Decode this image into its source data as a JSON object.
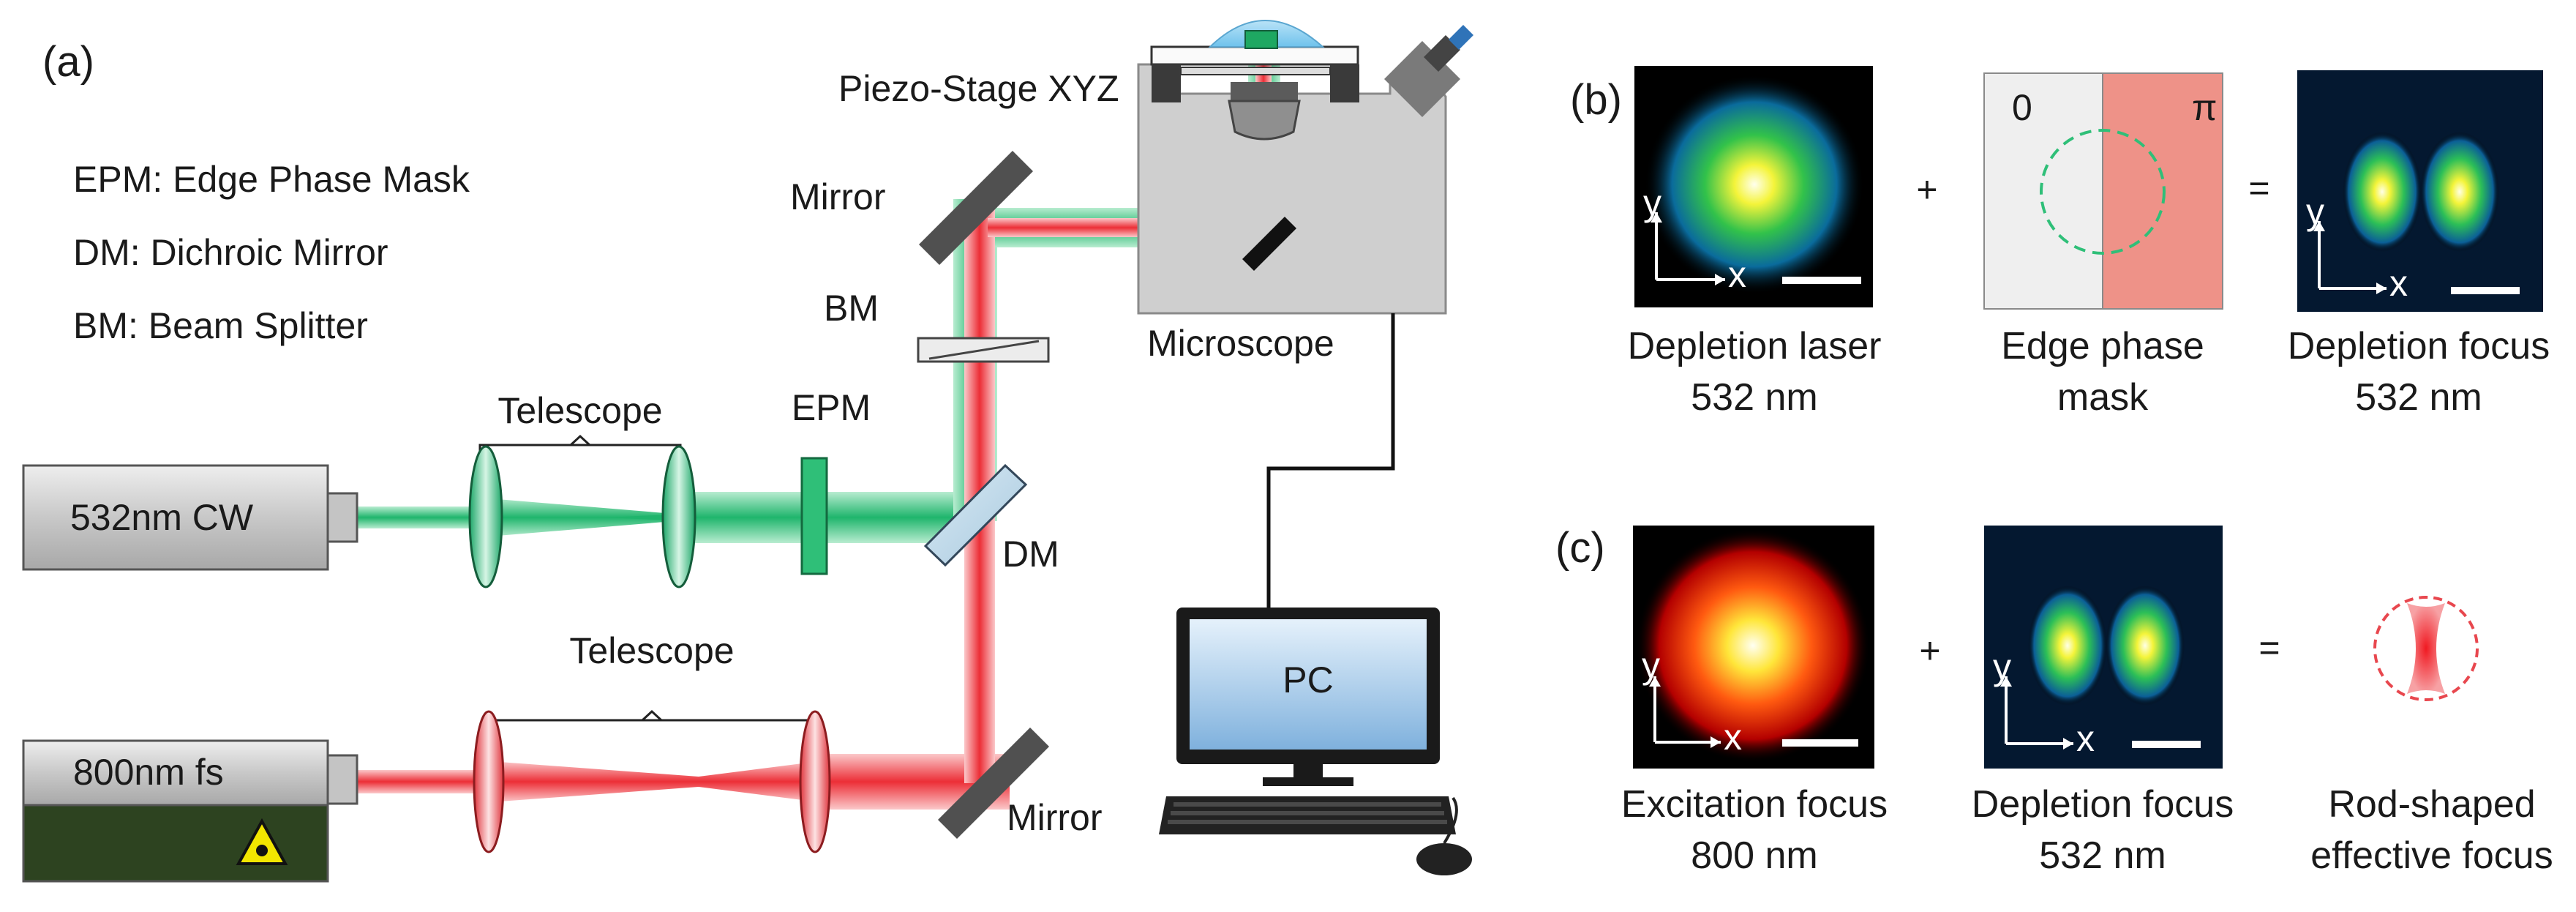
{
  "panels": {
    "a": "(a)",
    "b": "(b)",
    "c": "(c)"
  },
  "legend": [
    "EPM: Edge Phase Mask",
    "DM: Dichroic Mirror",
    "BM: Beam Splitter"
  ],
  "setup": {
    "laser_green": "532nm CW",
    "laser_red": "800nm fs",
    "telescope_top": "Telescope",
    "telescope_bottom": "Telescope",
    "epm": "EPM",
    "dm": "DM",
    "bm": "BM",
    "mirror_top": "Mirror",
    "mirror_bottom": "Mirror",
    "stage": "Piezo-Stage XYZ",
    "microscope": "Microscope",
    "pc": "PC"
  },
  "panel_b": {
    "plus": "+",
    "equals": "=",
    "phase_left": "0",
    "phase_right": "π",
    "axis_x": "x",
    "axis_y": "y",
    "cap1_line1": "Depletion laser",
    "cap1_line2": "532 nm",
    "cap2_line1": "Edge phase",
    "cap2_line2": "mask",
    "cap3_line1": "Depletion focus",
    "cap3_line2": "532 nm"
  },
  "panel_c": {
    "plus": "+",
    "equals": "=",
    "axis_x": "x",
    "axis_y": "y",
    "cap1_line1": "Excitation focus",
    "cap1_line2": "800 nm",
    "cap2_line1": "Depletion focus",
    "cap2_line2": "532 nm",
    "cap3_line1": "Rod-shaped",
    "cap3_line2": "effective focus"
  },
  "colors": {
    "green_beam": "#2fc07a",
    "red_beam": "#f0444c",
    "laser_body": "#d4d4d4",
    "laser_red_base": "#2d4320",
    "microscope": "#cfcfcf",
    "phase_zero": "#efefef",
    "phase_pi": "#ee9288"
  }
}
